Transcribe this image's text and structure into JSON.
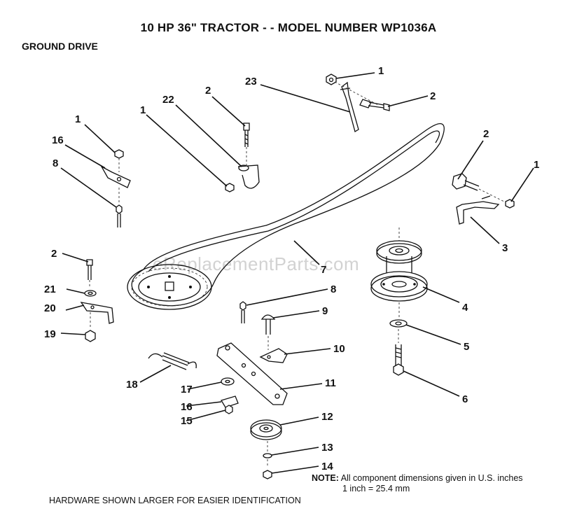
{
  "header": {
    "title": "10 HP 36\" TRACTOR - - MODEL NUMBER WP1036A",
    "subtitle": "GROUND DRIVE"
  },
  "footer": {
    "hardware_note": "HARDWARE SHOWN LARGER FOR EASIER IDENTIFICATION"
  },
  "note": {
    "label": "NOTE:",
    "line1": "All component dimensions given in U.S. inches",
    "line2": "1 inch = 25.4 mm"
  },
  "watermark": "eReplacementParts.com",
  "callouts": [
    {
      "id": "c1a",
      "label": "1"
    },
    {
      "id": "c2a",
      "label": "2"
    },
    {
      "id": "c23",
      "label": "23"
    },
    {
      "id": "c2b",
      "label": "2"
    },
    {
      "id": "c22",
      "label": "22"
    },
    {
      "id": "c1b",
      "label": "1"
    },
    {
      "id": "c1c",
      "label": "1"
    },
    {
      "id": "c16a",
      "label": "16"
    },
    {
      "id": "c8a",
      "label": "8"
    },
    {
      "id": "c2c",
      "label": "2"
    },
    {
      "id": "c1d",
      "label": "1"
    },
    {
      "id": "c3",
      "label": "3"
    },
    {
      "id": "c7",
      "label": "7"
    },
    {
      "id": "c2d",
      "label": "2"
    },
    {
      "id": "c21",
      "label": "21"
    },
    {
      "id": "c20",
      "label": "20"
    },
    {
      "id": "c19",
      "label": "19"
    },
    {
      "id": "c8b",
      "label": "8"
    },
    {
      "id": "c9",
      "label": "9"
    },
    {
      "id": "c4",
      "label": "4"
    },
    {
      "id": "c5",
      "label": "5"
    },
    {
      "id": "c10",
      "label": "10"
    },
    {
      "id": "c11",
      "label": "11"
    },
    {
      "id": "c6",
      "label": "6"
    },
    {
      "id": "c18",
      "label": "18"
    },
    {
      "id": "c17",
      "label": "17"
    },
    {
      "id": "c16b",
      "label": "16"
    },
    {
      "id": "c15",
      "label": "15"
    },
    {
      "id": "c12",
      "label": "12"
    },
    {
      "id": "c13",
      "label": "13"
    },
    {
      "id": "c14",
      "label": "14"
    }
  ]
}
